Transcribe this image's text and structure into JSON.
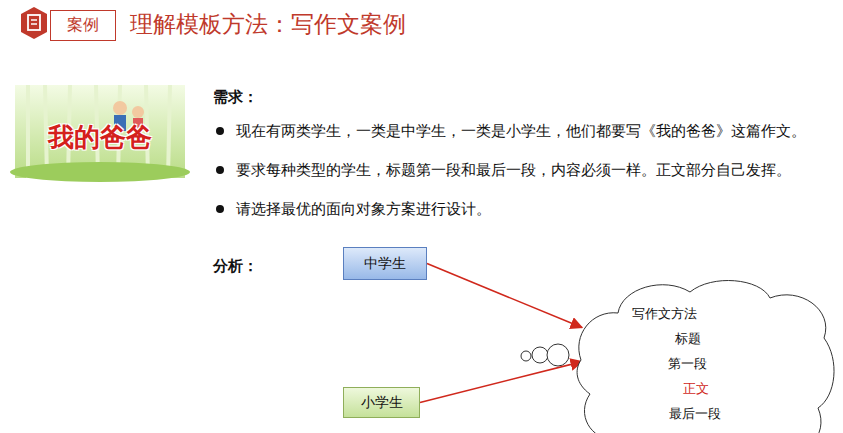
{
  "diagram": {
    "title": "理解模板方法：写作文案例",
    "nodes": [
      {
        "text": [
          "案例"
        ]
      },
      {
        "text": [
          "中学生"
        ]
      },
      {
        "text": [
          "写作文方法",
          "标题",
          "第一段",
          "正文",
          "最后一段"
        ]
      },
      {
        "text": [
          "小学生"
        ]
      }
    ],
    "edges": [
      {
        "from": 1,
        "to": 2,
        "arrow": "to"
      },
      {
        "from": 3,
        "to": 2,
        "arrow": "to"
      }
    ],
    "labels": [
      "我的爸爸",
      "需求：",
      "现在有两类学生，一类是中学生，一类是小学生，他们都要写《我的爸爸》这篇作文。",
      "要求每种类型的学生，标题第一段和最后一段，内容必须一样。正文部分自己发挥。",
      "请选择最优的面向对象方案进行设计。",
      "分析："
    ]
  }
}
